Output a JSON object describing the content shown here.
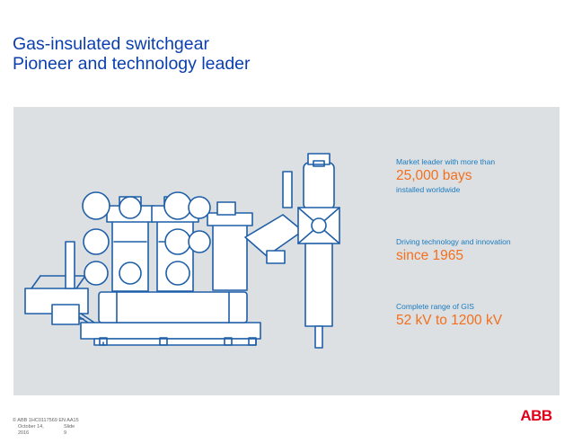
{
  "slide": {
    "title_line1": "Gas-insulated switchgear",
    "title_line2": "Pioneer and technology leader"
  },
  "stats": [
    {
      "label": "Market leader with more than",
      "value": "25,000 bays",
      "sub": "installed worldwide"
    },
    {
      "label": "Driving technology and innovation",
      "value": "since 1965"
    },
    {
      "label": "Complete range of GIS",
      "value": "52 kV to 1200 kV"
    }
  ],
  "footer": {
    "copyright": "© ABB 1HC0117569 EN AA15",
    "date": "October 14, 2016",
    "slide": "Slide 9"
  },
  "logo": {
    "text": "ABB"
  },
  "colors": {
    "title": "#0b3fb0",
    "stat_label": "#1a7bbf",
    "stat_value": "#f36f1d",
    "panel": "#dde0e3",
    "drawing_lines": "#1f5fa8",
    "logo": "#e2001a"
  },
  "illustration": {
    "subject": "gis-switchgear-drawing"
  }
}
